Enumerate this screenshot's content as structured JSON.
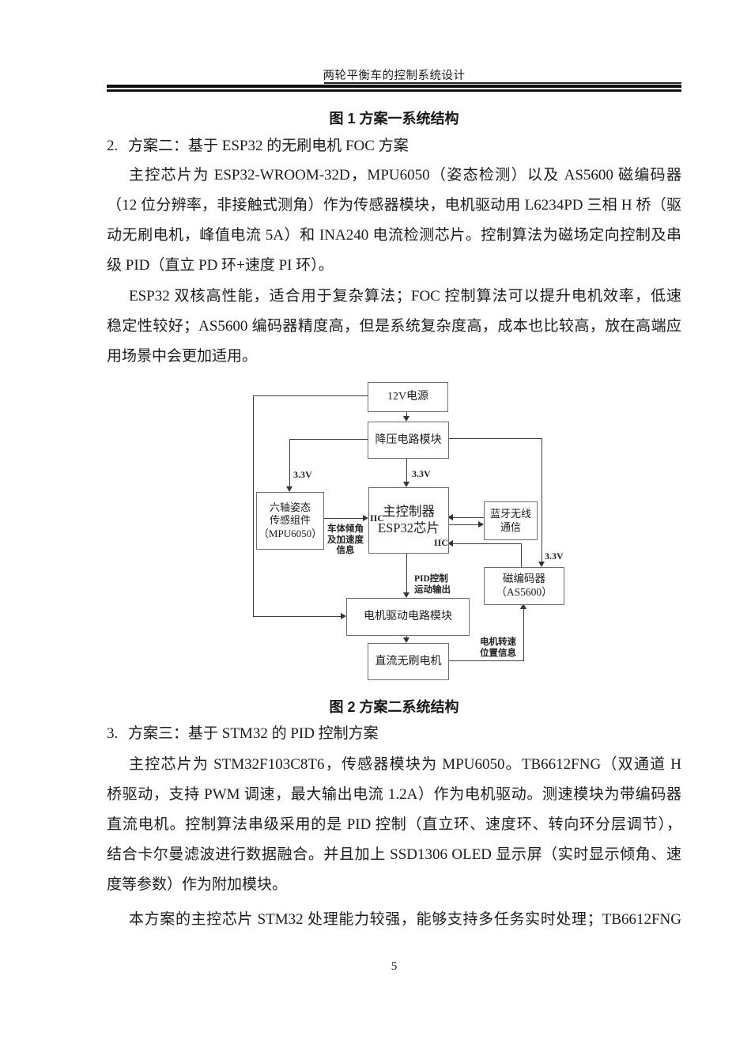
{
  "header": {
    "title": "两轮平衡车的控制系统设计"
  },
  "fig1": {
    "caption": "图 1 方案一系统结构"
  },
  "section2": {
    "num": "2.",
    "heading": "方案二：基于 ESP32 的无刷电机 FOC 方案",
    "para1_lines": [
      "主控芯片为 ESP32-WROOM-32D，MPU6050（姿态检测）以及 AS5600 磁编码器",
      "（12 位分辨率，非接触式测角）作为传感器模块，电机驱动用 L6234PD 三相 H 桥（驱",
      "动无刷电机，峰值电流 5A）和 INA240 电流检测芯片。控制算法为磁场定向控制及串",
      "级 PID（直立 PD 环+速度 PI 环）。"
    ],
    "para2_lines": [
      "ESP32 双核高性能，适合用于复杂算法；FOC 控制算法可以提升电机效率，低速",
      "稳定性较好；AS5600 编码器精度高，但是系统复杂度高，成本也比较高，放在高端应",
      "用场景中会更加适用。"
    ]
  },
  "diagram": {
    "power_label": "12V电源",
    "buck_label": "降压电路模块",
    "mpu_lines": [
      "六轴姿态",
      "传感组件",
      "（MPU6050）"
    ],
    "esp_lines": [
      "主控制器",
      "ESP32芯片"
    ],
    "bt_lines": [
      "蓝牙无线",
      "通信"
    ],
    "encoder_lines": [
      "磁编码器",
      "（AS5600）"
    ],
    "motor_driver_label": "电机驱动电路模块",
    "motor_label": "直流无刷电机",
    "labels": {
      "v33_left": "3.3V",
      "v33_mid": "3.3V",
      "v33_right": "3.3V",
      "iic_left": "IIC",
      "iic_right": "IIC",
      "tilt_lines": [
        "车体倾角",
        "及加速度",
        "信息"
      ],
      "pid_lines": [
        "PID控制",
        "运动输出"
      ],
      "speed_lines": [
        "电机转速",
        "位置信息"
      ]
    }
  },
  "fig2": {
    "caption": "图 2 方案二系统结构"
  },
  "section3": {
    "num": "3.",
    "heading": "方案三：基于 STM32 的 PID 控制方案",
    "para1_lines": [
      "主控芯片为 STM32F103C8T6，传感器模块为 MPU6050。TB6612FNG（双通道 H",
      "桥驱动，支持 PWM 调速，最大输出电流 1.2A）作为电机驱动。测速模块为带编码器",
      "直流电机。控制算法串级采用的是 PID 控制（直立环、速度环、转向环分层调节），",
      "结合卡尔曼滤波进行数据融合。并且加上 SSD1306 OLED 显示屏（实时显示倾角、速",
      "度等参数）作为附加模块。"
    ],
    "para2_lines": [
      "本方案的主控芯片 STM32 处理能力较强，能够支持多任务实时处理；TB6612FNG"
    ]
  },
  "footer": {
    "page_number": "5"
  }
}
